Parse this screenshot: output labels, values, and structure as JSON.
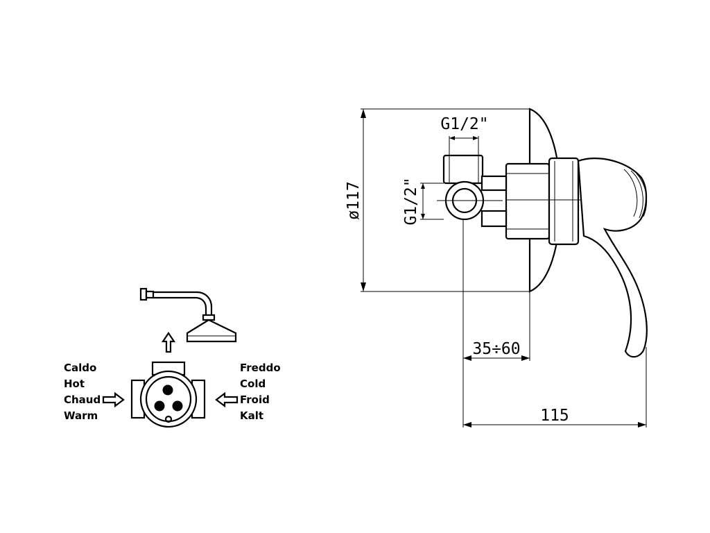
{
  "dimensions": {
    "diameter": "ø117",
    "thread_top": "G1/2\"",
    "thread_side": "G1/2\"",
    "wall_depth": "35÷60",
    "total_depth": "115"
  },
  "inlets": {
    "left": [
      "Caldo",
      "Hot",
      "Chaud",
      "Warm"
    ],
    "right": [
      "Freddo",
      "Cold",
      "Froid",
      "Kalt"
    ]
  },
  "icons": {
    "shower_head": "shower-head-icon",
    "valve_body": "valve-body-icon",
    "arrow_up": "arrow-up-icon",
    "arrow_right": "arrow-right-icon",
    "arrow_left": "arrow-left-icon"
  }
}
